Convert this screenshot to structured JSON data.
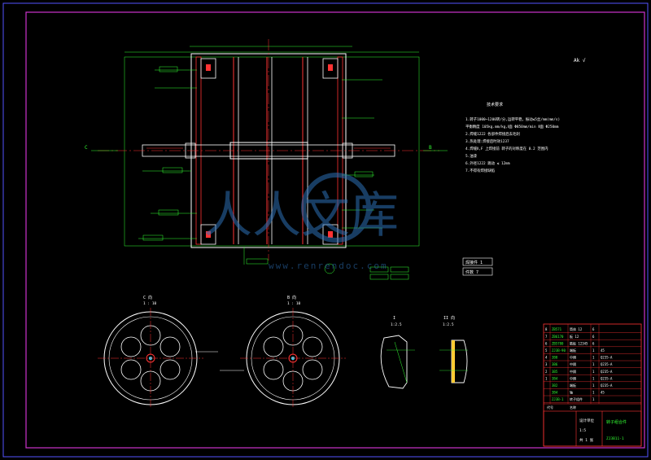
{
  "colors": {
    "background": "#000000",
    "frame": "#cc33cc",
    "outline": "#ffffff",
    "dimension": "#33ff33",
    "centerline": "#ff3333",
    "hatch": "#ff3333",
    "watermark": "#2d6fb5",
    "title_block": "#ff3333"
  },
  "top_left_note": "Ak √",
  "view_arrows": {
    "left": "C",
    "right": "B"
  },
  "tech_requirements": {
    "title": "技术要求",
    "lines": [
      "1.转子1000~1200转/分,运转平稳，振动≤5丝/mm(mm/s)",
      "平衡精度 105kg.mm/kg,Ⅰ面 Φ850mm/min Ⅱ面 Φ250mm",
      "2.焊缝1222 各部件焊接后去毛刺",
      "3.热处理:焊接后时效1237",
      "4.焊缝Ⅱ,F 上焊接前 转子的对称度在 0.2 范围内",
      "5.油漆",
      "6.外径1222 跳动 ≤ 12mm",
      "7.不得有焊接缺陷"
    ]
  },
  "small_boxes": [
    "焊接件 1",
    "件数 7"
  ],
  "section_views": [
    {
      "label": "C 向",
      "scale": "1 : 10"
    },
    {
      "label": "B 向",
      "scale": "1 : 10"
    }
  ],
  "detail_views": [
    {
      "label": "I",
      "scale": "1:2.5"
    },
    {
      "label": "II 向",
      "scale": "1:2.5"
    }
  ],
  "watermark": {
    "glyphs": "人人文库",
    "url": "www.renrendoc.com"
  },
  "title_block": {
    "parts_rows": [
      [
        "8",
        "ZB571",
        "筒体 12",
        "6"
      ],
      [
        "7",
        "ZB6170",
        "板 12",
        "6"
      ],
      [
        "6",
        "ZB5780",
        "筋板 12345",
        "6"
      ],
      [
        "5",
        "ZJ3B-90",
        "端板",
        "1",
        "45"
      ],
      [
        "4",
        "3B8",
        "中隔",
        "1",
        "Q235-A"
      ],
      [
        "3",
        "3B6",
        "中隔",
        "1",
        "Q235-A"
      ],
      [
        "2",
        "3B5",
        "中隔",
        "1",
        "Q235-A"
      ],
      [
        "1",
        "3B4",
        "中隔",
        "1",
        "Q235-A"
      ],
      [
        "",
        "3B2",
        "端板",
        "1",
        "Q235-A"
      ],
      [
        "",
        "3B4",
        "轴",
        "1",
        "45"
      ],
      [
        "",
        "ZJ3B-1",
        "转子组件",
        "1"
      ]
    ],
    "header_row": [
      "序",
      "代号",
      "名称",
      "数",
      "材料"
    ],
    "drawing_title": "转子组合件",
    "drawing_code": "ZJ3B11-1",
    "company": "设计单位",
    "scale": "1:5",
    "sheet": "共 1 张"
  }
}
